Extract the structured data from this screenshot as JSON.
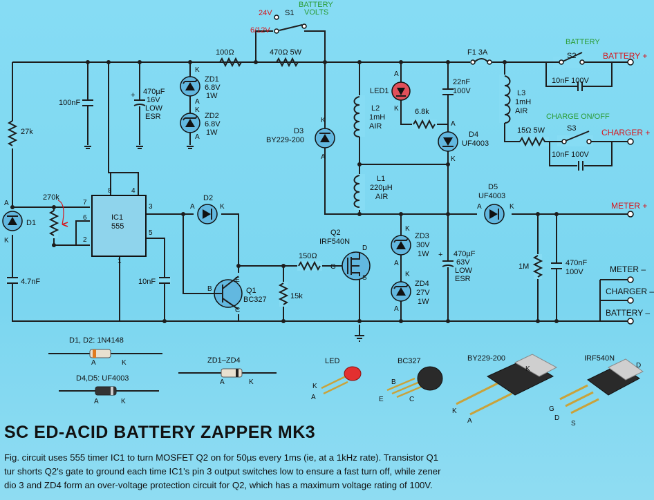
{
  "colors": {
    "background": "#7fd8f2",
    "wire": "#1d1d1d",
    "red_label": "#d6161d",
    "green_label": "#2a9b33",
    "ic_fill": "#8fd4ec",
    "diode_fill": "#62b8e0",
    "led_fill": "#e0505a"
  },
  "switch_s1": {
    "opt1": "24V",
    "name": "S1",
    "opt2": "6/12V",
    "title1": "BATTERY",
    "title2": "VOLTS"
  },
  "top": {
    "r100": "100Ω",
    "r470": "470Ω 5W",
    "f1": "F1 3A",
    "s2_title": "BATTERY",
    "s2": "S2",
    "s2_cap": "10nF 100V",
    "l3": "L3",
    "l3_v": "1mH",
    "l3_air": "AIR",
    "charge_title": "CHARGE ON/OFF",
    "r15": "15Ω 5W",
    "s3": "S3",
    "s3_cap": "10nF 100V"
  },
  "terminals": {
    "battery_plus": "BATTERY +",
    "charger_plus": "CHARGER +",
    "meter_plus": "METER +",
    "meter_minus": "METER –",
    "charger_minus": "CHARGER –",
    "battery_minus": "BATTERY –"
  },
  "left": {
    "c100n": "100nF",
    "c470u_1": "470µF",
    "c470u_2": "16V",
    "c470u_3": "LOW",
    "c470u_4": "ESR",
    "r27k": "27k",
    "r270k": "270k",
    "d1": "D1",
    "c47n": "4.7nF",
    "ic_1": "IC1",
    "ic_2": "555",
    "c10n": "10nF",
    "d2": "D2",
    "q1": "Q1",
    "q1_type": "BC327"
  },
  "zeners_top": {
    "zd1": "ZD1",
    "zd1_v": "6.8V",
    "zd1_w": "1W",
    "zd2": "ZD2",
    "zd2_v": "6.8V",
    "zd2_w": "1W"
  },
  "mid": {
    "d3": "D3",
    "d3_type": "BY229-200",
    "led1": "LED1",
    "l2": "L2",
    "l2_v": "1mH",
    "l2_air": "AIR",
    "c22n": "22nF",
    "c22n_v": "100V",
    "r68k": "6.8k",
    "d4": "D4",
    "d4_type": "UF4003",
    "l1": "L1",
    "l1_v": "220µH",
    "l1_air": "AIR",
    "d5": "D5",
    "d5_type": "UF4003",
    "q2": "Q2",
    "q2_type": "IRF540N",
    "r150": "150Ω",
    "r15k": "15k",
    "zd3": "ZD3",
    "zd3_v": "30V",
    "zd3_w": "1W",
    "zd4": "ZD4",
    "zd4_v": "27V",
    "zd4_w": "1W",
    "c470_63_1": "470µF",
    "c470_63_2": "63V",
    "c470_63_3": "LOW",
    "c470_63_4": "ESR",
    "r1m": "1M",
    "c470n": "470nF",
    "c470n_v": "100V"
  },
  "parts": {
    "d12": "D1, D2: 1N4148",
    "d45": "D4,D5: UF4003",
    "zd14": "ZD1–ZD4",
    "led": "LED",
    "bc327": "BC327",
    "by229": "BY229-200",
    "irf540n": "IRF540N"
  },
  "article": {
    "title": "SC      ED-ACID BATTERY ZAPPER MK3",
    "caption": [
      "Fig.       circuit uses 555 timer IC1 to turn MOSFET Q2 on for 50µs every 1ms (ie, at a 1kHz rate). Transistor Q1",
      "tur          shorts Q2's gate to ground each time IC1's pin 3 output switches low to ensure a fast turn off, while zener",
      "dio      3 and ZD4 form an over-voltage protection circuit for Q2, which has a maximum voltage rating of 100V."
    ]
  }
}
